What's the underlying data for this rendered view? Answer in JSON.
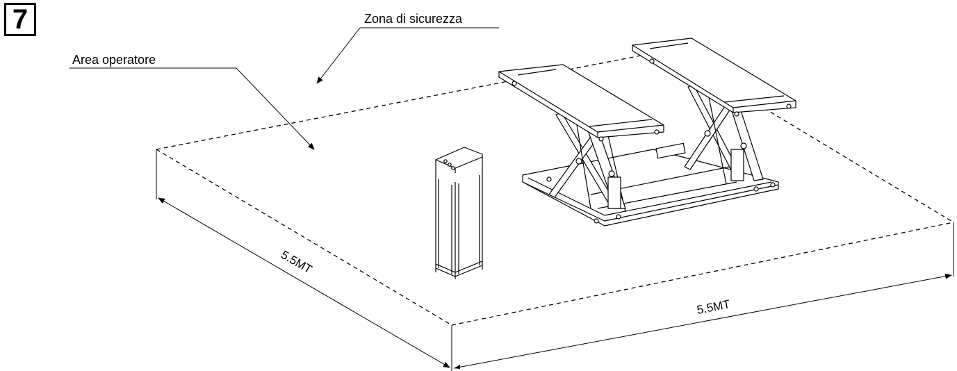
{
  "figure_number": "7",
  "labels": {
    "safety_zone": "Zona di sicurezza",
    "operator_area": "Area operatore"
  },
  "dimensions": {
    "left_side": "5.5MT",
    "front_side": "5.5MT"
  }
}
